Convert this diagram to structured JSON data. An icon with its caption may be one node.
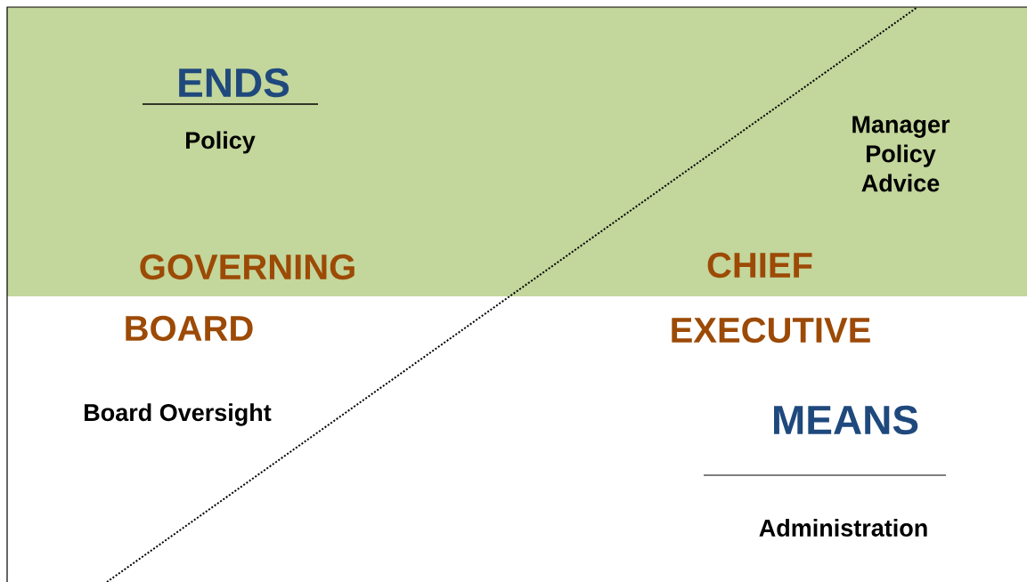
{
  "diagram": {
    "labels": [
      "ENDS",
      "Policy",
      "Manager Policy Advice",
      "GOVERNING",
      "CHIEF",
      "BOARD",
      "EXECUTIVE",
      "Board Oversight",
      "MEANS",
      "Administration"
    ]
  }
}
